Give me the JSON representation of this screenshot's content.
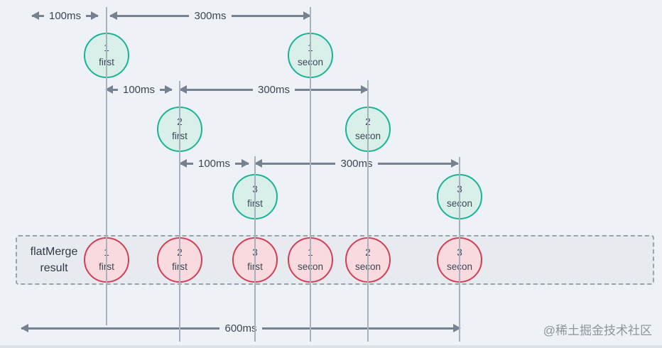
{
  "colors": {
    "bg": "#eef1f6",
    "line": "#a8b1bd",
    "arrow": "#76828f",
    "label": "#3d4754",
    "teal_border": "#1ab394",
    "teal_fill": "#d9efe9",
    "pink_border": "#d23e55",
    "pink_fill": "#f9dade",
    "box_fill": "#e7eaee",
    "box_border": "#97a3b0",
    "box_text": "#2e3a47",
    "watermark": "#8d959f",
    "footer_strip": "#dde2e8"
  },
  "sources": [
    {
      "name": "stream-1",
      "gap_label": "100ms",
      "duration_label": "300ms",
      "events": [
        {
          "num": "1",
          "label": "first"
        },
        {
          "num": "1",
          "label": "secon"
        }
      ]
    },
    {
      "name": "stream-2",
      "gap_label": "100ms",
      "duration_label": "300ms",
      "events": [
        {
          "num": "2",
          "label": "first"
        },
        {
          "num": "2",
          "label": "secon"
        }
      ]
    },
    {
      "name": "stream-3",
      "gap_label": "100ms",
      "duration_label": "300ms",
      "events": [
        {
          "num": "3",
          "label": "first"
        },
        {
          "num": "3",
          "label": "secon"
        }
      ]
    }
  ],
  "result": {
    "label_line1": "flatMerge",
    "label_line2": "result",
    "events": [
      {
        "num": "1",
        "label": "first"
      },
      {
        "num": "2",
        "label": "first"
      },
      {
        "num": "3",
        "label": "first"
      },
      {
        "num": "1",
        "label": "secon"
      },
      {
        "num": "2",
        "label": "secon"
      },
      {
        "num": "3",
        "label": "secon"
      }
    ]
  },
  "total": {
    "label": "600ms"
  },
  "watermark": "@稀土掘金技术社区"
}
